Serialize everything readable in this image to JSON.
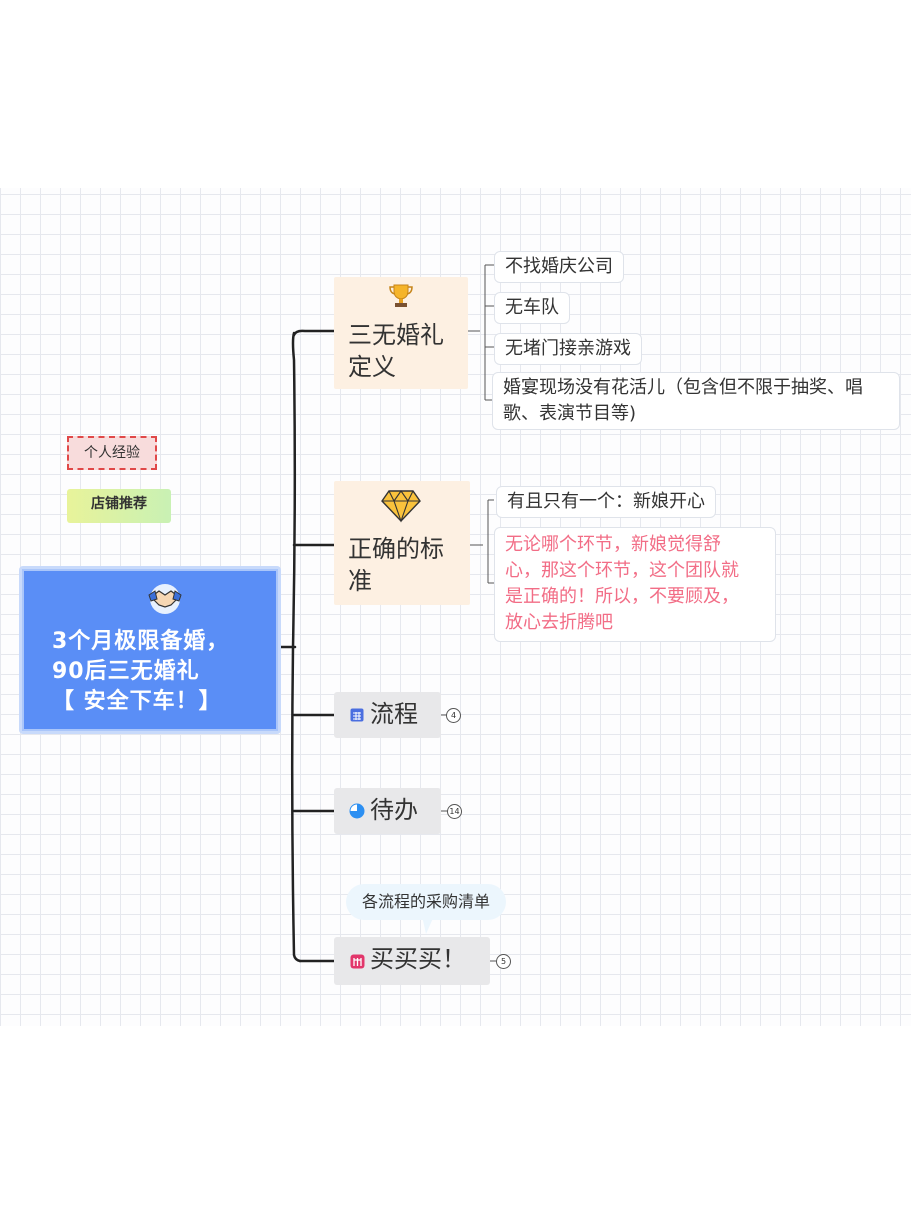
{
  "root": {
    "title": "3个月极限备婚，90后三无婚礼【安全下车！】",
    "lines": [
      "3个月极限备婚，",
      "90后三无婚礼",
      "【 安全下车！】"
    ],
    "icon": "handshake-icon"
  },
  "tags": {
    "personal": "个人经验",
    "shop": "店铺推荐"
  },
  "topics": {
    "definition": {
      "lines": [
        "三无婚礼",
        "定义"
      ],
      "icon": "trophy-icon",
      "children": [
        "不找婚庆公司",
        "无车队",
        "无堵门接亲游戏"
      ],
      "long_child": [
        "婚宴现场没有花活儿（包含但不限于抽奖、唱",
        "歌、表演节目等)"
      ]
    },
    "standard": {
      "lines": [
        "正确的标",
        "准"
      ],
      "icon": "diamond-icon",
      "child": "有且只有一个：新娘开心",
      "note_lines": [
        "无论哪个环节，新娘觉得舒",
        "心，那这个环节，这个团队就",
        "是正确的！所以，不要顾及，",
        "放心去折腾吧"
      ]
    },
    "process": {
      "label": "流程",
      "icon": "calendar-icon",
      "count": "4"
    },
    "todo": {
      "label": "待办",
      "icon": "pie-icon",
      "count": "14"
    },
    "buy": {
      "label": "买买买！",
      "icon": "gift-icon",
      "count": "5",
      "callout": "各流程的采购清单"
    }
  },
  "colors": {
    "root": "#5a8ef6",
    "accent_text": "#f26d86",
    "topic_bg": "#fdf0e2"
  }
}
